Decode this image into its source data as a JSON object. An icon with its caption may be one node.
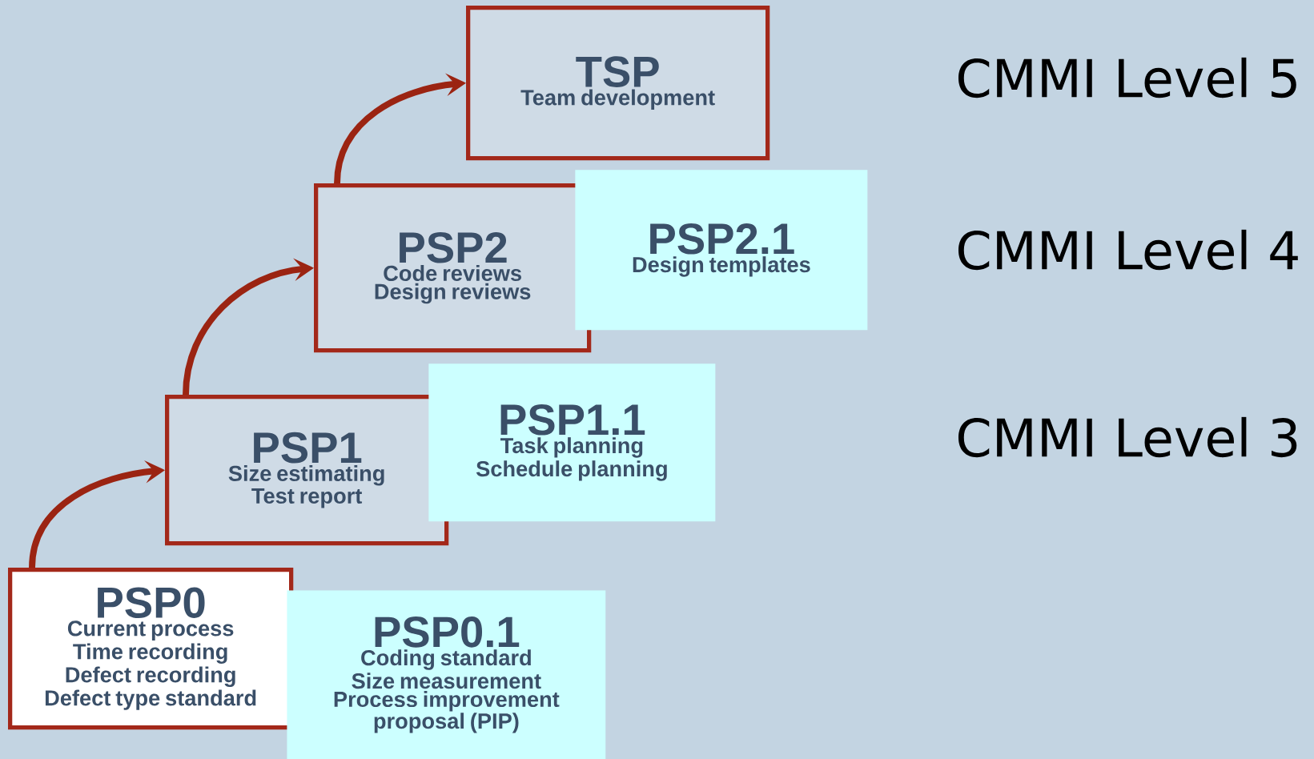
{
  "diagram": {
    "nodes": [
      {
        "text": [
          "PSP0",
          "Current process",
          "Time recording",
          "Defect recording",
          "Defect type standard"
        ]
      },
      {
        "text": [
          "PSP0.1",
          "Coding standard",
          "Size measurement",
          "Process improvement proposal (PIP)"
        ]
      },
      {
        "text": [
          "PSP1",
          "Size estimating",
          "Test report"
        ]
      },
      {
        "text": [
          "PSP1.1",
          "Task planning",
          "Schedule planning"
        ]
      },
      {
        "text": [
          "PSP2",
          "Code reviews",
          "Design reviews"
        ]
      },
      {
        "text": [
          "PSP2.1",
          "Design templates"
        ]
      },
      {
        "text": [
          "TSP",
          "Team development"
        ]
      }
    ],
    "edges": [
      {
        "from": 0,
        "to": 2,
        "arrow": "to"
      },
      {
        "from": 2,
        "to": 4,
        "arrow": "to"
      },
      {
        "from": 4,
        "to": 6,
        "arrow": "to"
      }
    ],
    "labels": [
      "CMMI Level 5",
      "CMMI Level 4",
      "CMMI Level 3"
    ]
  }
}
